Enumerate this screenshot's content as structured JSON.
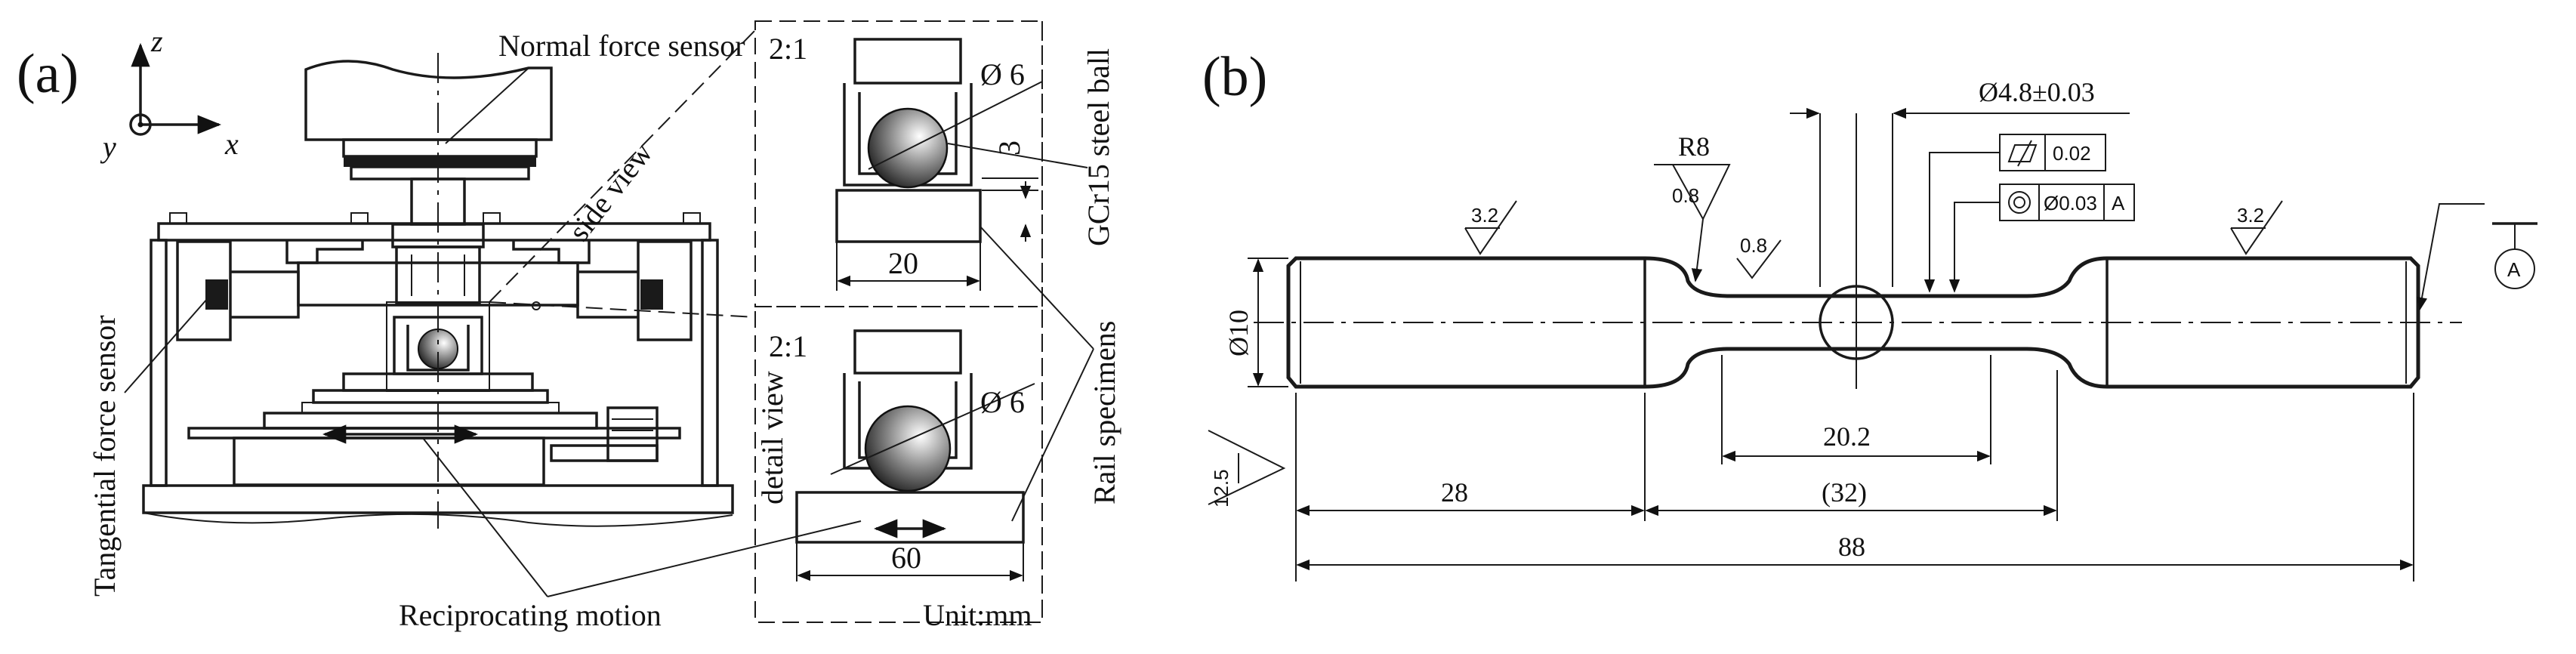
{
  "panel_a": {
    "label": "(a)",
    "axes": {
      "z": "z",
      "y": "y",
      "x": "x"
    },
    "normal_force_sensor": "Normal force sensor",
    "tangential_force_sensor": "Tangential force sensor",
    "side_view": "side view",
    "detail_view": "detail view",
    "reciprocating_motion": "Reciprocating motion",
    "scale_top": "2:1",
    "scale_bottom": "2:1",
    "ball_dia_top": "Ø 6",
    "ball_dia_bottom": "Ø 6",
    "steel_ball": "GCr15 steel ball",
    "dim_3": "3",
    "dim_20": "20",
    "dim_60": "60",
    "rail_specimens": "Rail specimens",
    "unit": "Unit:mm"
  },
  "panel_b": {
    "label": "(b)",
    "dia_waist": "Ø4.8±0.03",
    "radius": "R8",
    "rough_r8": "0.8",
    "rough_neck": "0.8",
    "rough_left": "3.2",
    "rough_right": "3.2",
    "rough_general": "12.5",
    "tol_flatness_value": "0.02",
    "tol_concentric_value": "Ø0.03",
    "tol_concentric_datum": "A",
    "datum_a": "A",
    "dia_shank": "Ø10",
    "dim_20_2": "20.2",
    "dim_28": "28",
    "dim_32": "(32)",
    "dim_88": "88"
  }
}
